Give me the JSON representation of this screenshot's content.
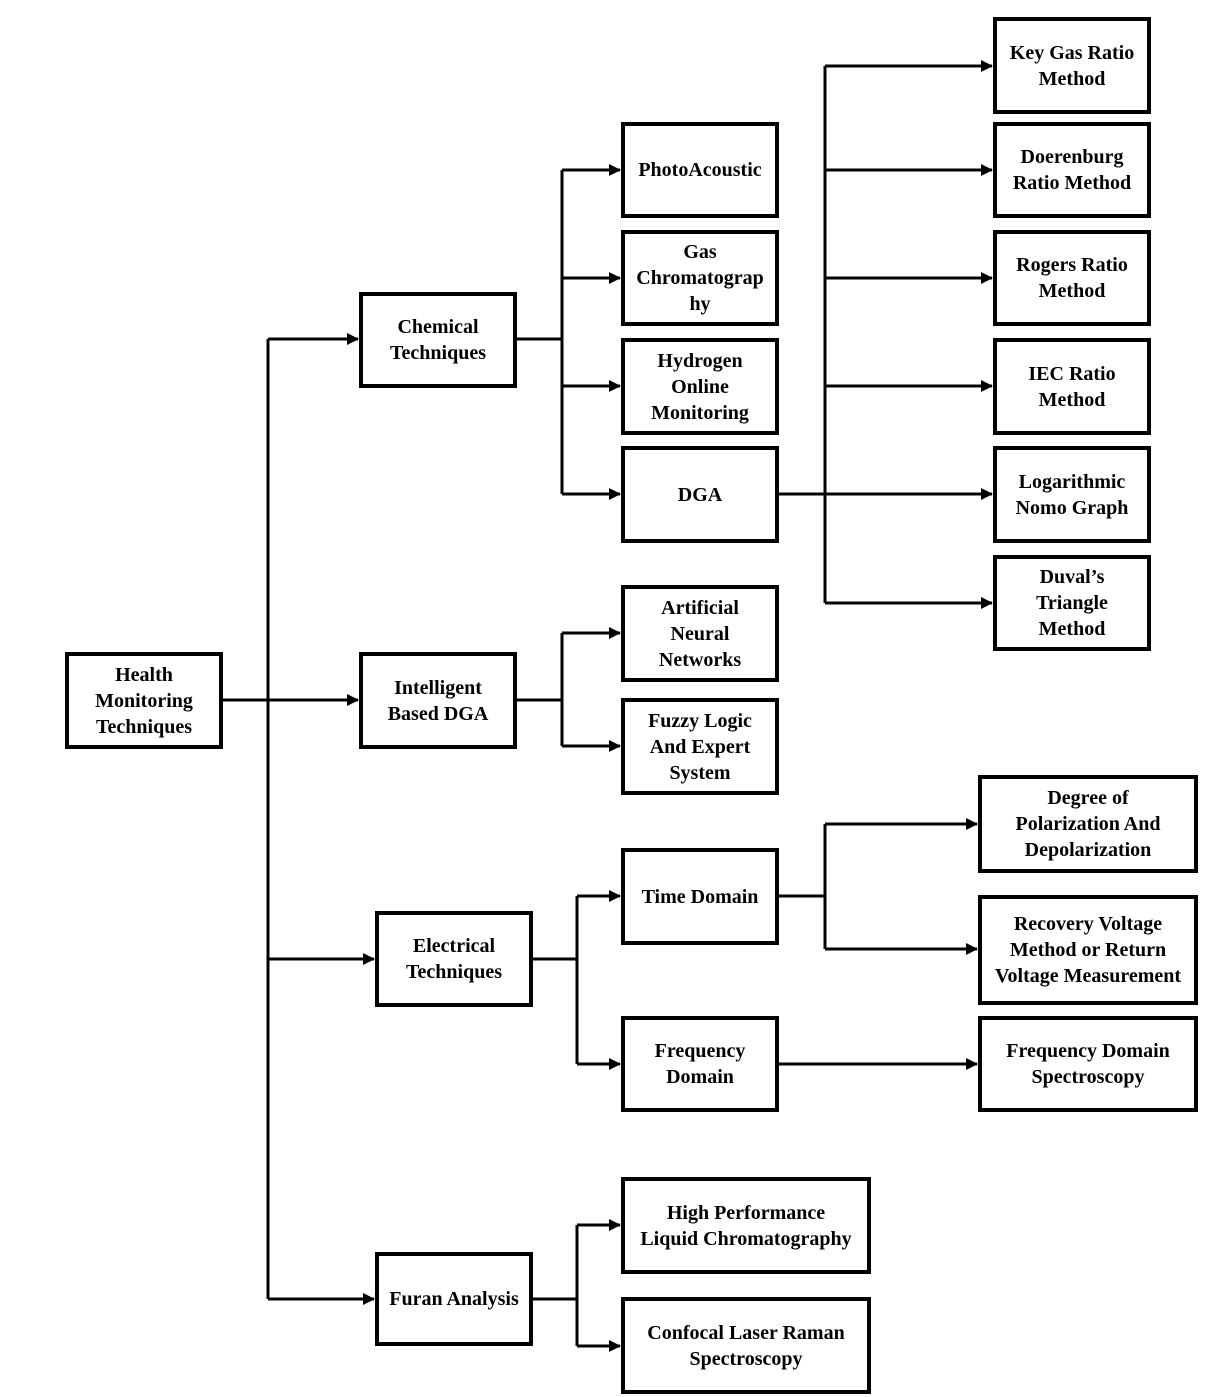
{
  "diagram": {
    "root": {
      "label": "Health\nMonitoring\nTechniques"
    },
    "categories": {
      "chemical": {
        "label": "Chemical\nTechniques"
      },
      "intelligent": {
        "label": "Intelligent\nBased DGA"
      },
      "electrical": {
        "label": "Electrical\nTechniques"
      },
      "furan": {
        "label": "Furan Analysis"
      }
    },
    "chemical_methods": {
      "photoacoustic": {
        "label": "PhotoAcoustic"
      },
      "gas_chromatography": {
        "label": "Gas\nChromatograp\nhy"
      },
      "hydrogen": {
        "label": "Hydrogen\nOnline\nMonitoring"
      },
      "dga": {
        "label": "DGA"
      }
    },
    "dga_methods": {
      "key_gas": {
        "label": "Key Gas Ratio\nMethod"
      },
      "doerenburg": {
        "label": "Doerenburg\nRatio Method"
      },
      "rogers": {
        "label": "Rogers Ratio\nMethod"
      },
      "iec": {
        "label": "IEC Ratio\nMethod"
      },
      "logarithmic": {
        "label": "Logarithmic\nNomo Graph"
      },
      "duval": {
        "label": "Duval’s\nTriangle\nMethod"
      }
    },
    "intelligent_methods": {
      "ann": {
        "label": "Artificial\nNeural\nNetworks"
      },
      "fuzzy": {
        "label": "Fuzzy Logic\nAnd Expert\nSystem"
      }
    },
    "electrical_methods": {
      "time_domain": {
        "label": "Time Domain"
      },
      "frequency_domain": {
        "label": "Frequency\nDomain"
      }
    },
    "time_domain_methods": {
      "polarization": {
        "label": "Degree of\nPolarization And\nDepolarization"
      },
      "recovery_voltage": {
        "label": "Recovery Voltage\nMethod or Return\nVoltage Measurement"
      }
    },
    "frequency_domain_methods": {
      "fds": {
        "label": "Frequency Domain\nSpectroscopy"
      }
    },
    "furan_methods": {
      "hplc": {
        "label": "High Performance\nLiquid Chromatography"
      },
      "raman": {
        "label": "Confocal Laser Raman\nSpectroscopy"
      }
    }
  }
}
